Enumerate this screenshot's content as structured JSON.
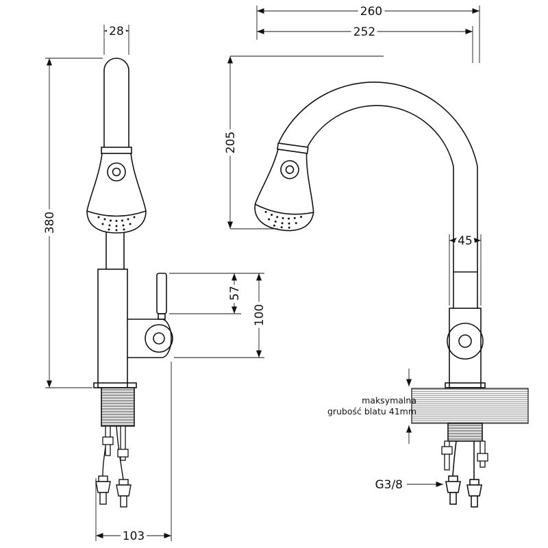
{
  "drawing": {
    "title": "faucet technical drawing",
    "side": {
      "d28": "28",
      "d380": "380",
      "d57": "57",
      "d100": "100",
      "d103": "103"
    },
    "front": {
      "d260": "260",
      "d252": "252",
      "d205": "205",
      "d45": "45",
      "thread": "G3/8",
      "note_line1": "maksymalna",
      "note_line2": "grubość blatu 41mm"
    }
  }
}
